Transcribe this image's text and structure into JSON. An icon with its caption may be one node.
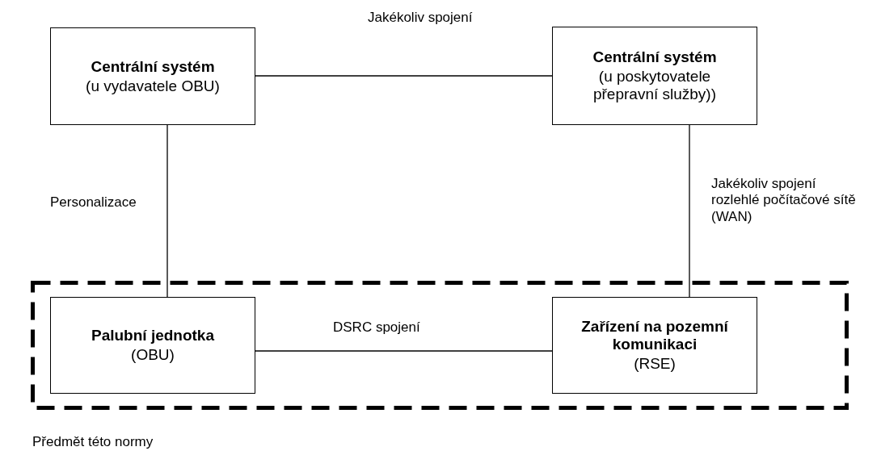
{
  "diagram": {
    "nodes": [
      {
        "text": [
          "Centrální systém",
          "(u vydavatele OBU)"
        ]
      },
      {
        "text": [
          "Centrální systém",
          "(u poskytovatele přepravní služby))"
        ]
      },
      {
        "text": [],
        "shape": "box",
        "beside": [
          "Předmět této normy"
        ]
      },
      {
        "text": [
          "Palubní jednotka",
          "(OBU)"
        ],
        "in": 2
      },
      {
        "text": [
          "Zařízení na pozemní komunikaci",
          "(RSE)"
        ],
        "in": 2
      }
    ],
    "edges": [
      {
        "from": 0,
        "to": 1,
        "arrow": "none",
        "label": "Jakékoliv spojení"
      },
      {
        "from": 0,
        "to": 3,
        "arrow": "none",
        "label": "Personalizace"
      },
      {
        "from": 1,
        "to": 4,
        "arrow": "none",
        "label": "Jakékoliv spojení rozlehlé počítačové sítě (WAN)"
      },
      {
        "from": 3,
        "to": 4,
        "arrow": "none",
        "label": "DSRC spojení"
      }
    ]
  }
}
